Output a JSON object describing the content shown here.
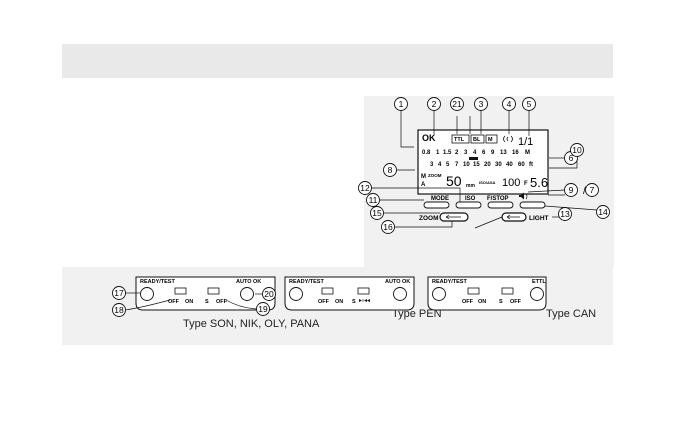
{
  "callouts": {
    "c1": "1",
    "c2": "2",
    "c3": "3",
    "c4": "4",
    "c5": "5",
    "c6": "6",
    "c7": "7",
    "c8": "8",
    "c9": "9",
    "c10": "10",
    "c11": "11",
    "c12": "12",
    "c13": "13",
    "c14": "14",
    "c15": "15",
    "c16": "16",
    "c17": "17",
    "c18": "18",
    "c19": "19",
    "c20": "20",
    "c21": "21"
  },
  "lcd": {
    "ok": "OK",
    "ttl": "TTL",
    "bl": "BL",
    "m": "M",
    "fraction": "1/1",
    "meter_scale": [
      "0.8",
      "1",
      "1.5",
      "2",
      "3",
      "4",
      "6",
      "9",
      "13",
      "16",
      "M"
    ],
    "feet_scale": [
      "3",
      "4",
      "5",
      "7",
      "10",
      "15",
      "20",
      "30",
      "40",
      "60",
      "ft"
    ],
    "ma_top": "M",
    "ma_bottom": "A",
    "zoom_small": "ZOOM",
    "zoom_value": "50",
    "zoom_unit": "mm",
    "iso_small": "ISO/ASA",
    "iso_value": "100",
    "f_small": "F",
    "f_value": "5.6"
  },
  "buttons": {
    "mode": "MODE",
    "iso": "ISO",
    "fstop": "F/STOP",
    "zoom": "ZOOM",
    "light": "LIGHT"
  },
  "slash": "/",
  "panels": {
    "son": {
      "ready": "READY/TEST",
      "auto": "AUTO OK",
      "off1": "OFF",
      "on": "ON",
      "s": "S",
      "off2": "OFF"
    },
    "pen": {
      "ready": "READY/TEST",
      "auto": "AUTO OK",
      "off": "OFF",
      "on": "ON",
      "s": "S"
    },
    "can": {
      "ready": "READY/TEST",
      "ettl": "ETTL",
      "off1": "OFF",
      "on": "ON",
      "s": "S",
      "off2": "OFF"
    }
  },
  "types": {
    "son": "Type SON, NIK, OLY, PANA",
    "pen": "Type PEN",
    "can": "Type CAN"
  }
}
